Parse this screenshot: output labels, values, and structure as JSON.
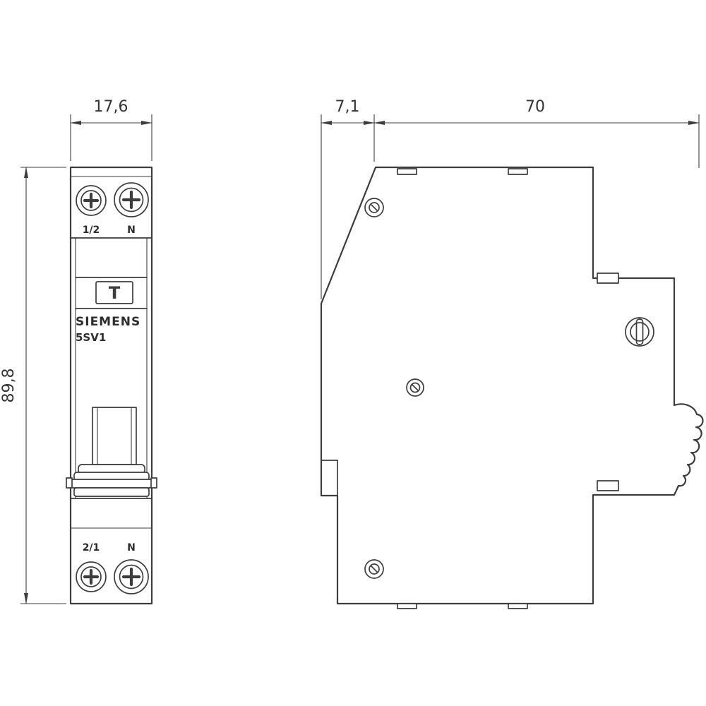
{
  "drawing": {
    "front_view": {
      "dim_width": "17,6",
      "dim_height": "89,8",
      "top_terminals": {
        "left": "1/2",
        "right": "N"
      },
      "bottom_terminals": {
        "left": "2/1",
        "right": "N"
      },
      "brand": "SIEMENS",
      "model": "5SV1",
      "test_button": "T"
    },
    "side_view": {
      "dim_front_depth": "7,1",
      "dim_body_depth": "70"
    },
    "colors": {
      "line": "#3d3d3d",
      "background": "#ffffff"
    }
  }
}
